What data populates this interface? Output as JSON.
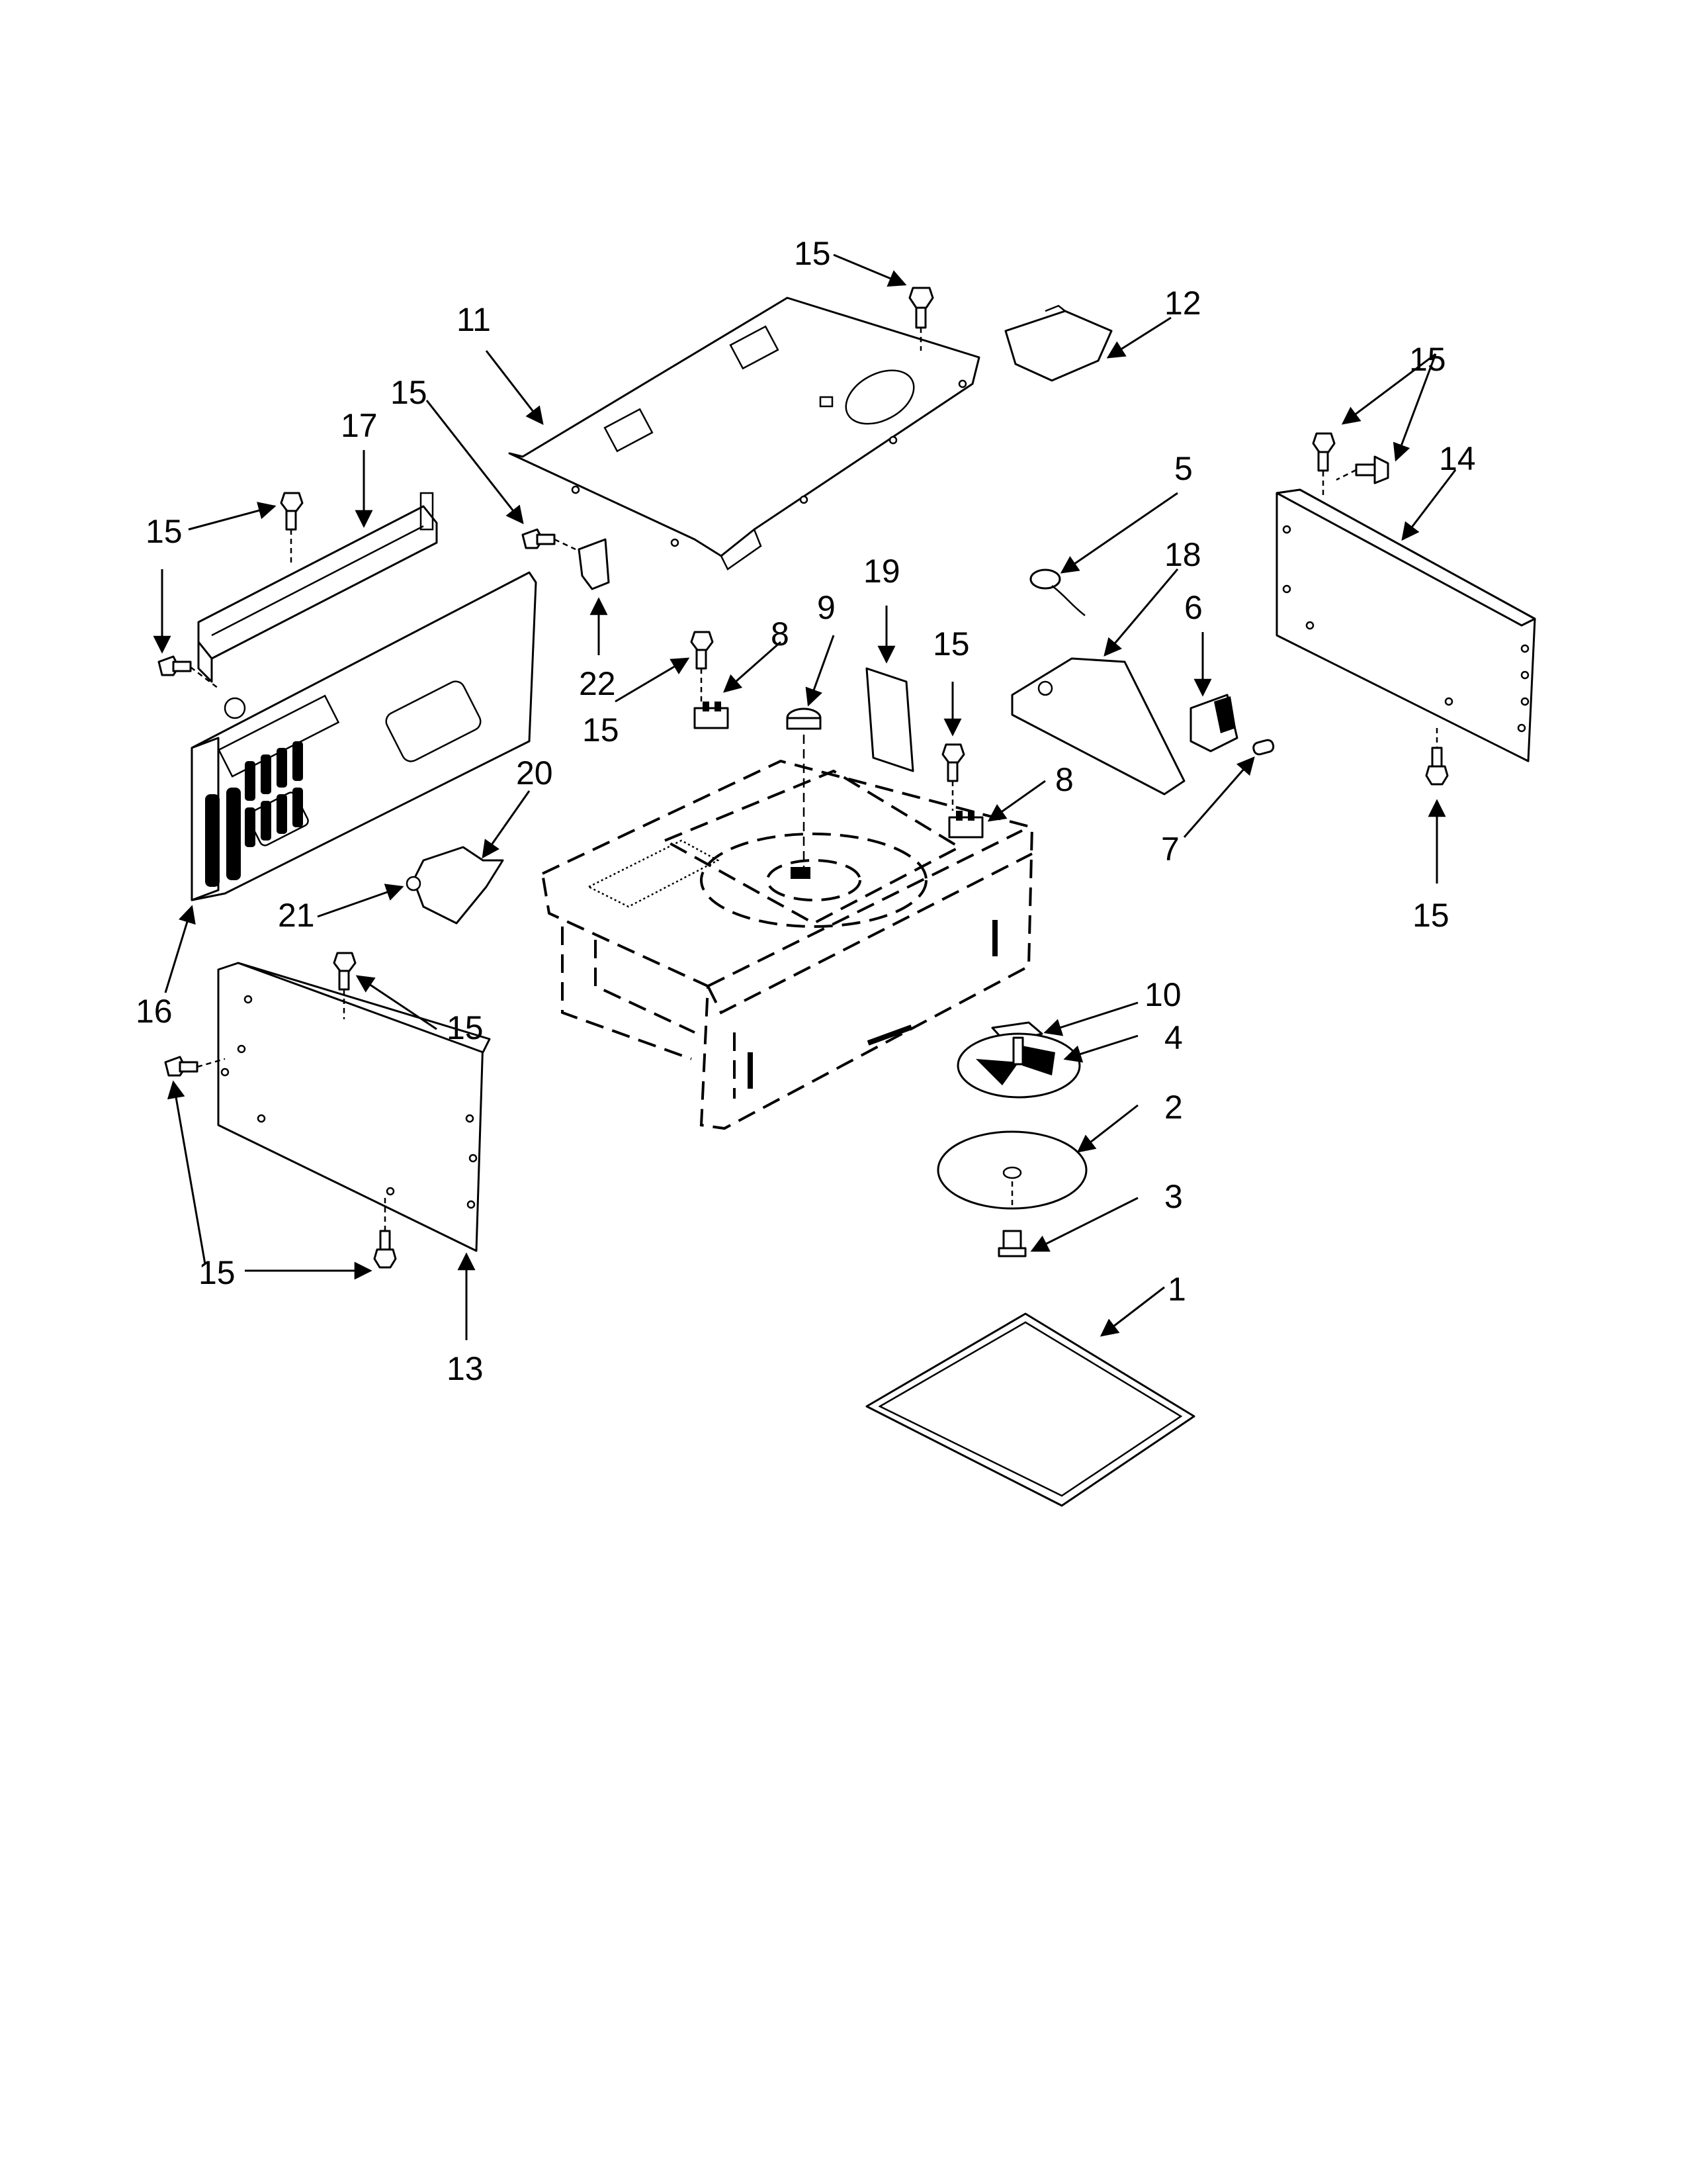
{
  "labels": {
    "item_1": "1",
    "item_2": "2",
    "item_3": "3",
    "item_4": "4",
    "item_5": "5",
    "item_6": "6",
    "item_7": "7",
    "item_8": "8",
    "item_9": "9",
    "item_10": "10",
    "item_11": "11",
    "item_12": "12",
    "item_13": "13",
    "item_14": "14",
    "item_15": "15",
    "item_16": "16",
    "item_17": "17",
    "item_18": "18",
    "item_19": "19",
    "item_20": "20",
    "item_21": "21",
    "item_22": "22"
  },
  "colors": {
    "line": "#000000",
    "background": "#ffffff"
  }
}
